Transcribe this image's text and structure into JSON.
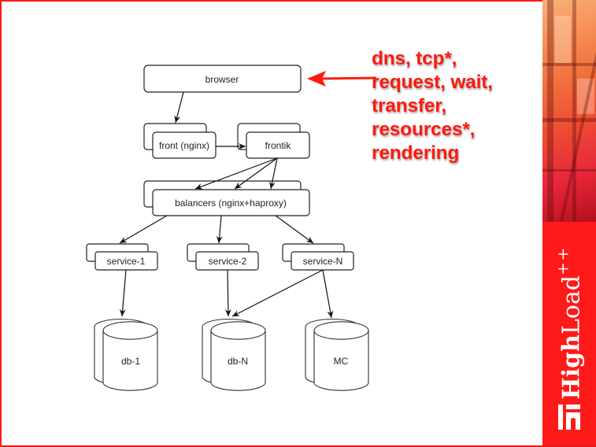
{
  "slide": {
    "accent_color": "#ff1a1a",
    "annotation_color": "#ff1a0f"
  },
  "diagram": {
    "nodes": {
      "browser": "browser",
      "front": "front (nginx)",
      "frontik": "frontik",
      "balancers": "balancers (nginx+haproxy)",
      "service_1": "service-1",
      "service_2": "service-2",
      "service_n": "service-N",
      "db_1": "db-1",
      "db_n": "db-N",
      "mc": "MC"
    },
    "edges": [
      [
        "browser",
        "front (nginx)"
      ],
      [
        "front (nginx)",
        "frontik"
      ],
      [
        "frontik",
        "balancers (nginx+haproxy)"
      ],
      [
        "balancers (nginx+haproxy)",
        "service-1"
      ],
      [
        "balancers (nginx+haproxy)",
        "service-2"
      ],
      [
        "balancers (nginx+haproxy)",
        "service-N"
      ],
      [
        "service-1",
        "db-1"
      ],
      [
        "service-2",
        "db-N"
      ],
      [
        "service-N",
        "db-N"
      ],
      [
        "service-N",
        "MC"
      ]
    ]
  },
  "annotation": {
    "lines": [
      "dns, tcp*,",
      "request, wait,",
      "transfer,",
      "resources*,",
      "rendering"
    ],
    "arrow_target": "browser"
  },
  "brand": {
    "name_bold": "High",
    "name_regular": "Load",
    "name_suffix": "++",
    "logo_icon": "highload-logo-icon"
  }
}
